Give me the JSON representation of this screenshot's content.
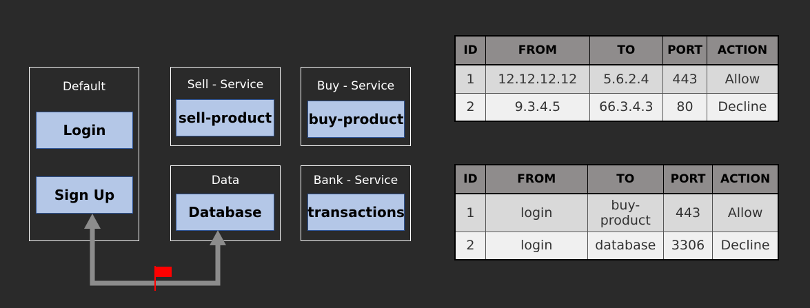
{
  "services": [
    {
      "title": "Default",
      "components": [
        "Login",
        "Sign Up"
      ]
    },
    {
      "title": "Sell - Service",
      "components": [
        "sell-product"
      ]
    },
    {
      "title": "Buy - Service",
      "components": [
        "buy-product"
      ]
    },
    {
      "title": "Data",
      "components": [
        "Database"
      ]
    },
    {
      "title": "Bank - Service",
      "components": [
        "transactions"
      ]
    }
  ],
  "table_headers": [
    "ID",
    "FROM",
    "TO",
    "PORT",
    "ACTION"
  ],
  "table1": {
    "rows": [
      [
        "1",
        "12.12.12.12",
        "5.6.2.4",
        "443",
        "Allow"
      ],
      [
        "2",
        "9.3.4.5",
        "66.3.4.3",
        "80",
        "Decline"
      ]
    ]
  },
  "table2": {
    "rows": [
      [
        "1",
        "login",
        "buy-product",
        "443",
        "Allow"
      ],
      [
        "2",
        "login",
        "database",
        "3306",
        "Decline"
      ]
    ]
  },
  "colors": {
    "background": "#2a2a2a",
    "component_fill": "#b4c7e7",
    "component_border": "#2f5597",
    "arrow": "#8c8c8c",
    "flag": "#ff0000",
    "header_fill": "#8f8c8c"
  },
  "flag_icon": "red-flag-icon"
}
